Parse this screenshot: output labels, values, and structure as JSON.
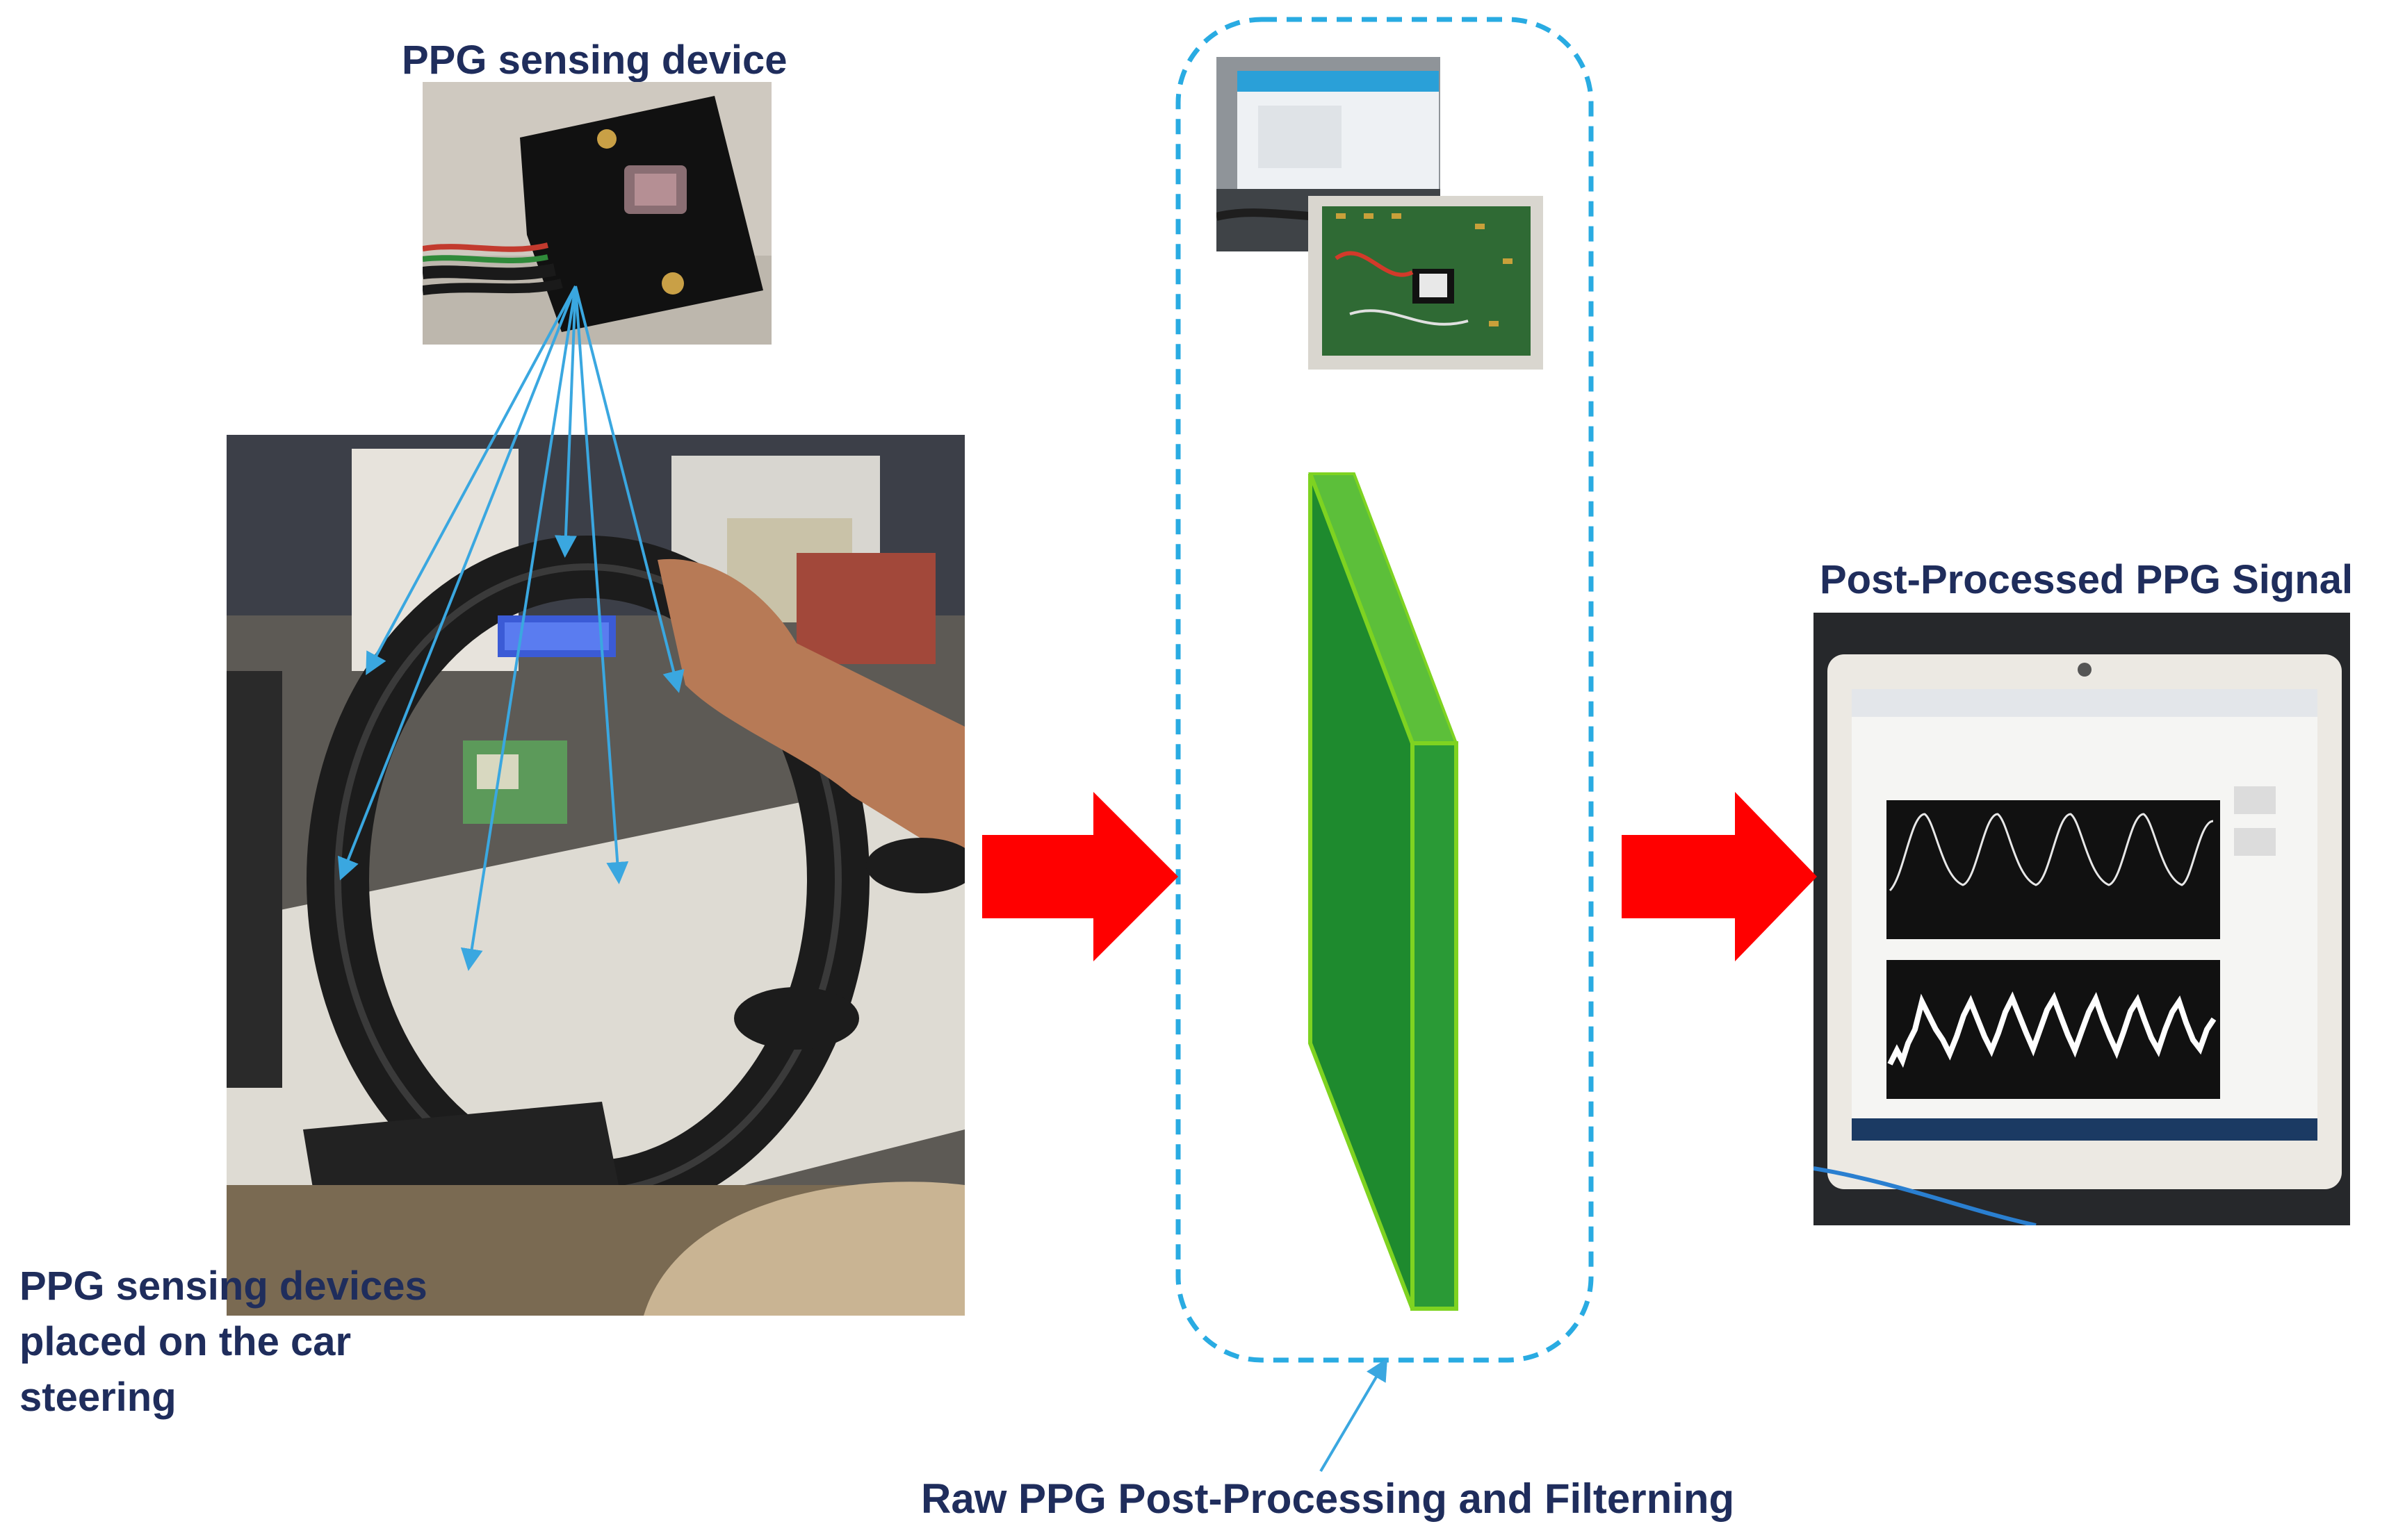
{
  "labels": {
    "sensing_device": "PPG sensing device",
    "placed_on_steering": "PPG sensing devices placed on the car steering",
    "post_processed_signal": "Post-Processed PPG Signal",
    "raw_processing": "Raw PPG Post-Processing and Filterning"
  },
  "colors": {
    "label_text": "#1f2d5c",
    "pointer_arrows": "#3aa7e0",
    "flow_arrows": "#ff0000",
    "dashed_box": "#29abe2",
    "filter_block": "#1e8a2e",
    "filter_block_edge": "#7ed321"
  }
}
